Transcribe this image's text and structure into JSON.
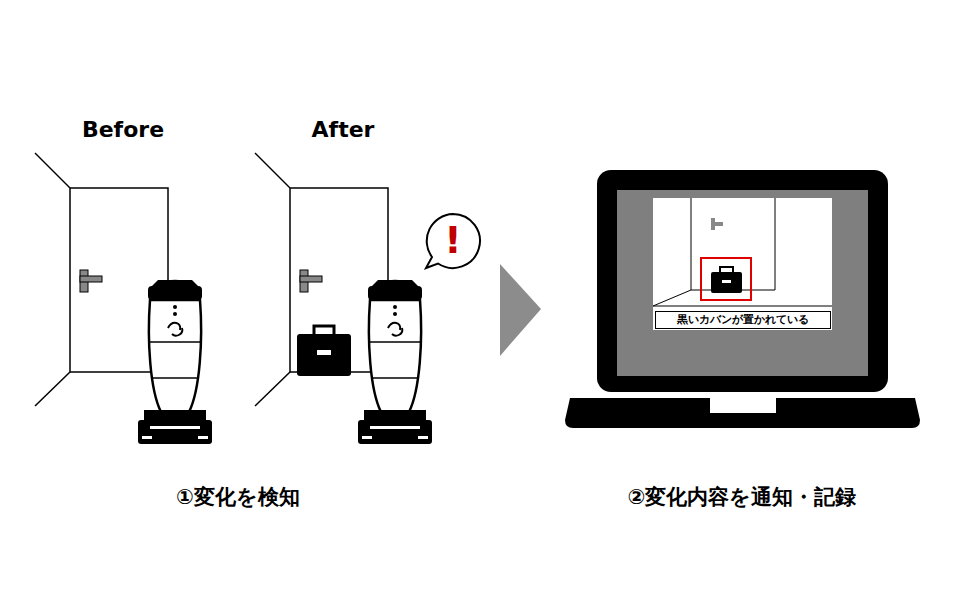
{
  "diagram": {
    "nodes": [
      {
        "text": [
          "!"
        ]
      },
      {
        "text": [
          "黒いカバンが置かれている"
        ]
      }
    ],
    "labels": [
      "Before",
      "After",
      "①変化を検知",
      "②変化内容を通知・記録"
    ]
  }
}
